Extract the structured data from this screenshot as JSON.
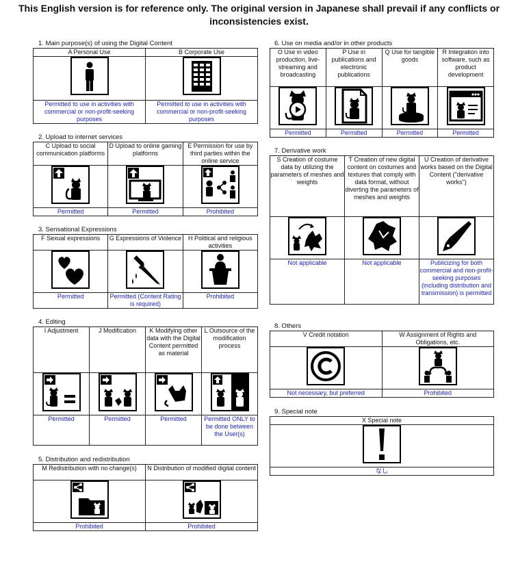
{
  "header": {
    "line1": "This English version is for reference only. The original version in Japanese shall prevail if any conflicts or",
    "line2": "inconsistencies exist."
  },
  "sections": {
    "s1": {
      "title": "1. Main purpose(s) of using the Digital Content",
      "items": [
        {
          "label": "A Personal Use",
          "status": "Permitted to use in activities with commercial or non-profit-seeking purposes",
          "icon": "person-icon"
        },
        {
          "label": "B  Corporate Use",
          "status": "Permitted to use in activities with commercial or non-profit-seeking purposes",
          "icon": "building-icon"
        }
      ]
    },
    "s2": {
      "title": "2. Upload to internet services",
      "items": [
        {
          "label": "C Upload to social communication platforms",
          "status": "Permitted",
          "icon": "upload-social-icon"
        },
        {
          "label": "D Upload to online gaming platforms",
          "status": "Permitted",
          "icon": "upload-gaming-icon"
        },
        {
          "label": "E Permission for use by third parties within the online service",
          "status": "Prohibited",
          "icon": "third-party-share-icon"
        }
      ]
    },
    "s3": {
      "title": "3. Sensational Expressions",
      "items": [
        {
          "label": "F Sexual expressions",
          "status": "Permitted",
          "icon": "hearts-icon"
        },
        {
          "label": "G Expressions of Violence",
          "status": "Permitted (Content Rating is required)",
          "icon": "knife-icon"
        },
        {
          "label": "H Political and religious activities",
          "status": "Prohibited",
          "icon": "podium-speaker-icon"
        }
      ]
    },
    "s4": {
      "title": "4. Editing",
      "items": [
        {
          "label": "I Adjustment",
          "status": "Permitted",
          "icon": "adjustment-icon"
        },
        {
          "label": "J Modification",
          "status": "Permitted",
          "icon": "modification-icon"
        },
        {
          "label": "K Modifying other data with the Digital Content permitted as material",
          "status": "Permitted",
          "icon": "material-icon"
        },
        {
          "label": "L Outsource of the modification process",
          "status": "Permitted ONLY to be done between the User(s)",
          "icon": "outsource-icon"
        }
      ]
    },
    "s5": {
      "title": "5. Distribution and redistribution",
      "items": [
        {
          "label": "M Redistribution with no change(s)",
          "status": "Prohibited",
          "icon": "redistribute-folder-icon"
        },
        {
          "label": "N Distribution of modified digital content",
          "status": "Prohibited",
          "icon": "distribute-modified-icon"
        }
      ]
    },
    "s6": {
      "title": "6. Use on media and/or in other products",
      "items": [
        {
          "label": "O Use in video production, live-streaming and broadcasting",
          "status": "Permitted",
          "icon": "video-play-icon"
        },
        {
          "label": "P Use in publications and electronic publications",
          "status": "Permitted",
          "icon": "publication-icon"
        },
        {
          "label": "Q Use for tangible goods",
          "status": "Permitted",
          "icon": "tangible-goods-icon"
        },
        {
          "label": "R Integration into software, such as product development",
          "status": "Permitted",
          "icon": "software-window-icon"
        }
      ]
    },
    "s7": {
      "title": "7. Derivative work",
      "items": [
        {
          "label": "S Creation of costume data by utilizing the parameters of meshes and weights",
          "status": "Not applicable",
          "icon": "costume-params-icon"
        },
        {
          "label": "T Creation of new digital content on costumes and textures that comply with data format, without diverting the parameters of meshes and weights",
          "status": "Not applicable",
          "icon": "costume-icon"
        },
        {
          "label": "U Creation of derivative works based on the Digital Content (\"derivative works\")",
          "status": "Publicizing for both commercial and non-profit-seeking purposes (including distribution and transmission) is permitted",
          "icon": "pen-nib-icon"
        }
      ]
    },
    "s8": {
      "title": "8. Others",
      "items": [
        {
          "label": "V Credit notation",
          "status": "Not necessary, but preferred",
          "icon": "copyright-icon"
        },
        {
          "label": "W Assignment of Rights and Obligations, etc.",
          "status": "Prohibited",
          "icon": "assignment-icon"
        }
      ]
    },
    "s9": {
      "title": "9. Special note",
      "items": [
        {
          "label": "X Special note",
          "status": "なし",
          "icon": "exclamation-icon"
        }
      ]
    }
  }
}
